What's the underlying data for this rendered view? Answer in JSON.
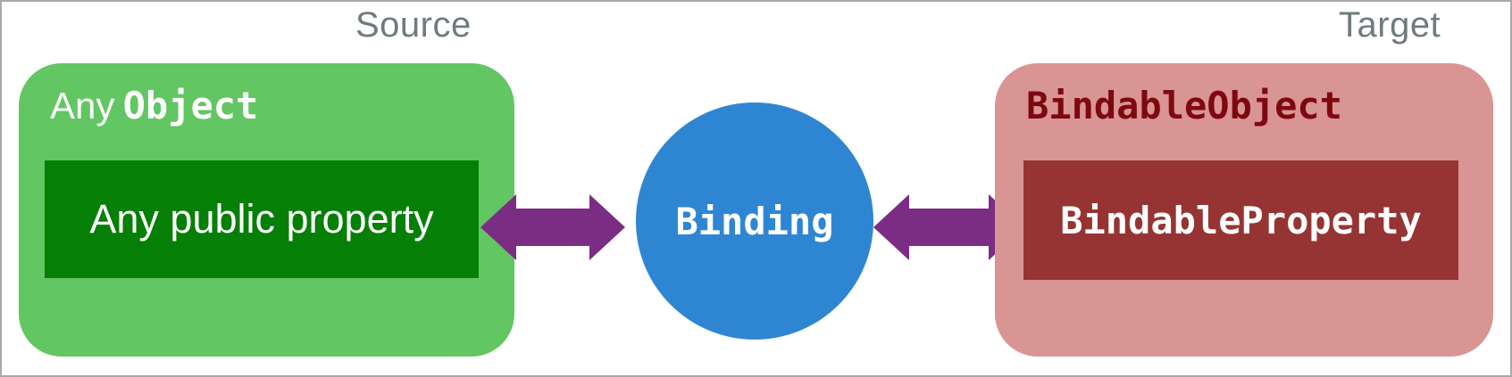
{
  "diagram": {
    "source_label": "Source",
    "target_label": "Target",
    "source_box": {
      "title_prefix": "Any",
      "title_code": "Object",
      "property_label": "Any public property"
    },
    "binding_circle": {
      "label": "Binding"
    },
    "target_box": {
      "title_code": "BindableObject",
      "property_label": "BindableProperty"
    },
    "colors": {
      "source_box_bg": "#62C662",
      "source_property_bg": "#067F06",
      "target_box_bg": "#D99494",
      "target_property_bg": "#963434",
      "target_title_text": "#7E0810",
      "binding_circle_bg": "#2E86D3",
      "arrow": "#7B2D84",
      "section_label_text": "#6F7B7E",
      "border": "#A9A9A9",
      "light_text": "#FFFFFF"
    }
  }
}
